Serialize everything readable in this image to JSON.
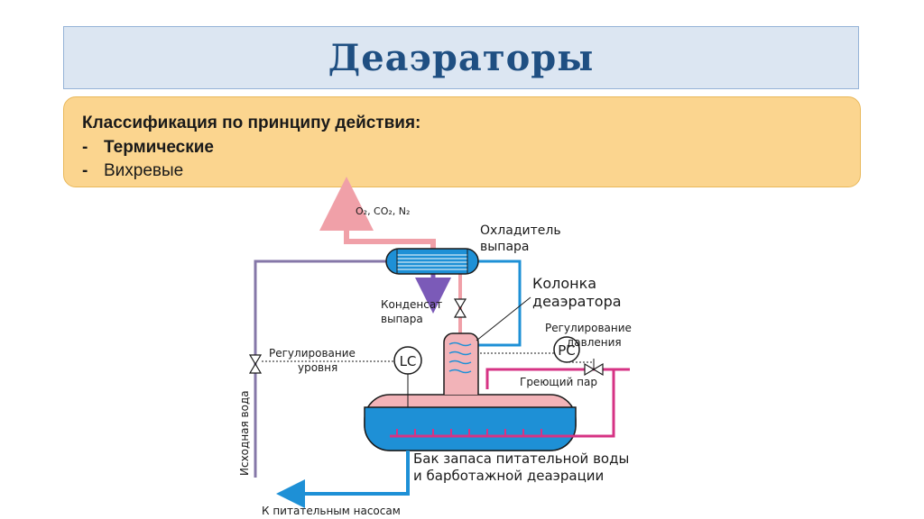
{
  "title": "Деаэраторы",
  "classification": {
    "heading": "Классификация по принципу действия:",
    "items": [
      {
        "label": "Термические",
        "bold": true
      },
      {
        "label": "Вихревые",
        "bold": false
      }
    ]
  },
  "diagram": {
    "gases_label": "O₂, CO₂, N₂",
    "cooler_label_1": "Охладитель",
    "cooler_label_2": "выпара",
    "column_label_1": "Колонка",
    "column_label_2": "деаэратора",
    "condensate_label_1": "Конденсат",
    "condensate_label_2": "выпара",
    "pressure_reg_label_1": "Регулирование",
    "pressure_reg_label_2": "давления",
    "pc_label": "PC",
    "level_reg_label_1": "Регулирование",
    "level_reg_label_2": "уровня",
    "lc_label": "LC",
    "heating_steam_label": "Греющий пар",
    "source_water_label": "Исходная вода",
    "tank_label_1": "Бак запаса питательной воды",
    "tank_label_2": "и барботажной деаэрации",
    "pumps_label": "К питательным насосам",
    "colors": {
      "steam_pink": "#f0a0a8",
      "hot_steam": "#d63384",
      "water_blue": "#1e90d6",
      "source_purple": "#8577a8",
      "condensate_violet": "#7b5ab8",
      "shell_fill": "#f2b3b8"
    }
  }
}
